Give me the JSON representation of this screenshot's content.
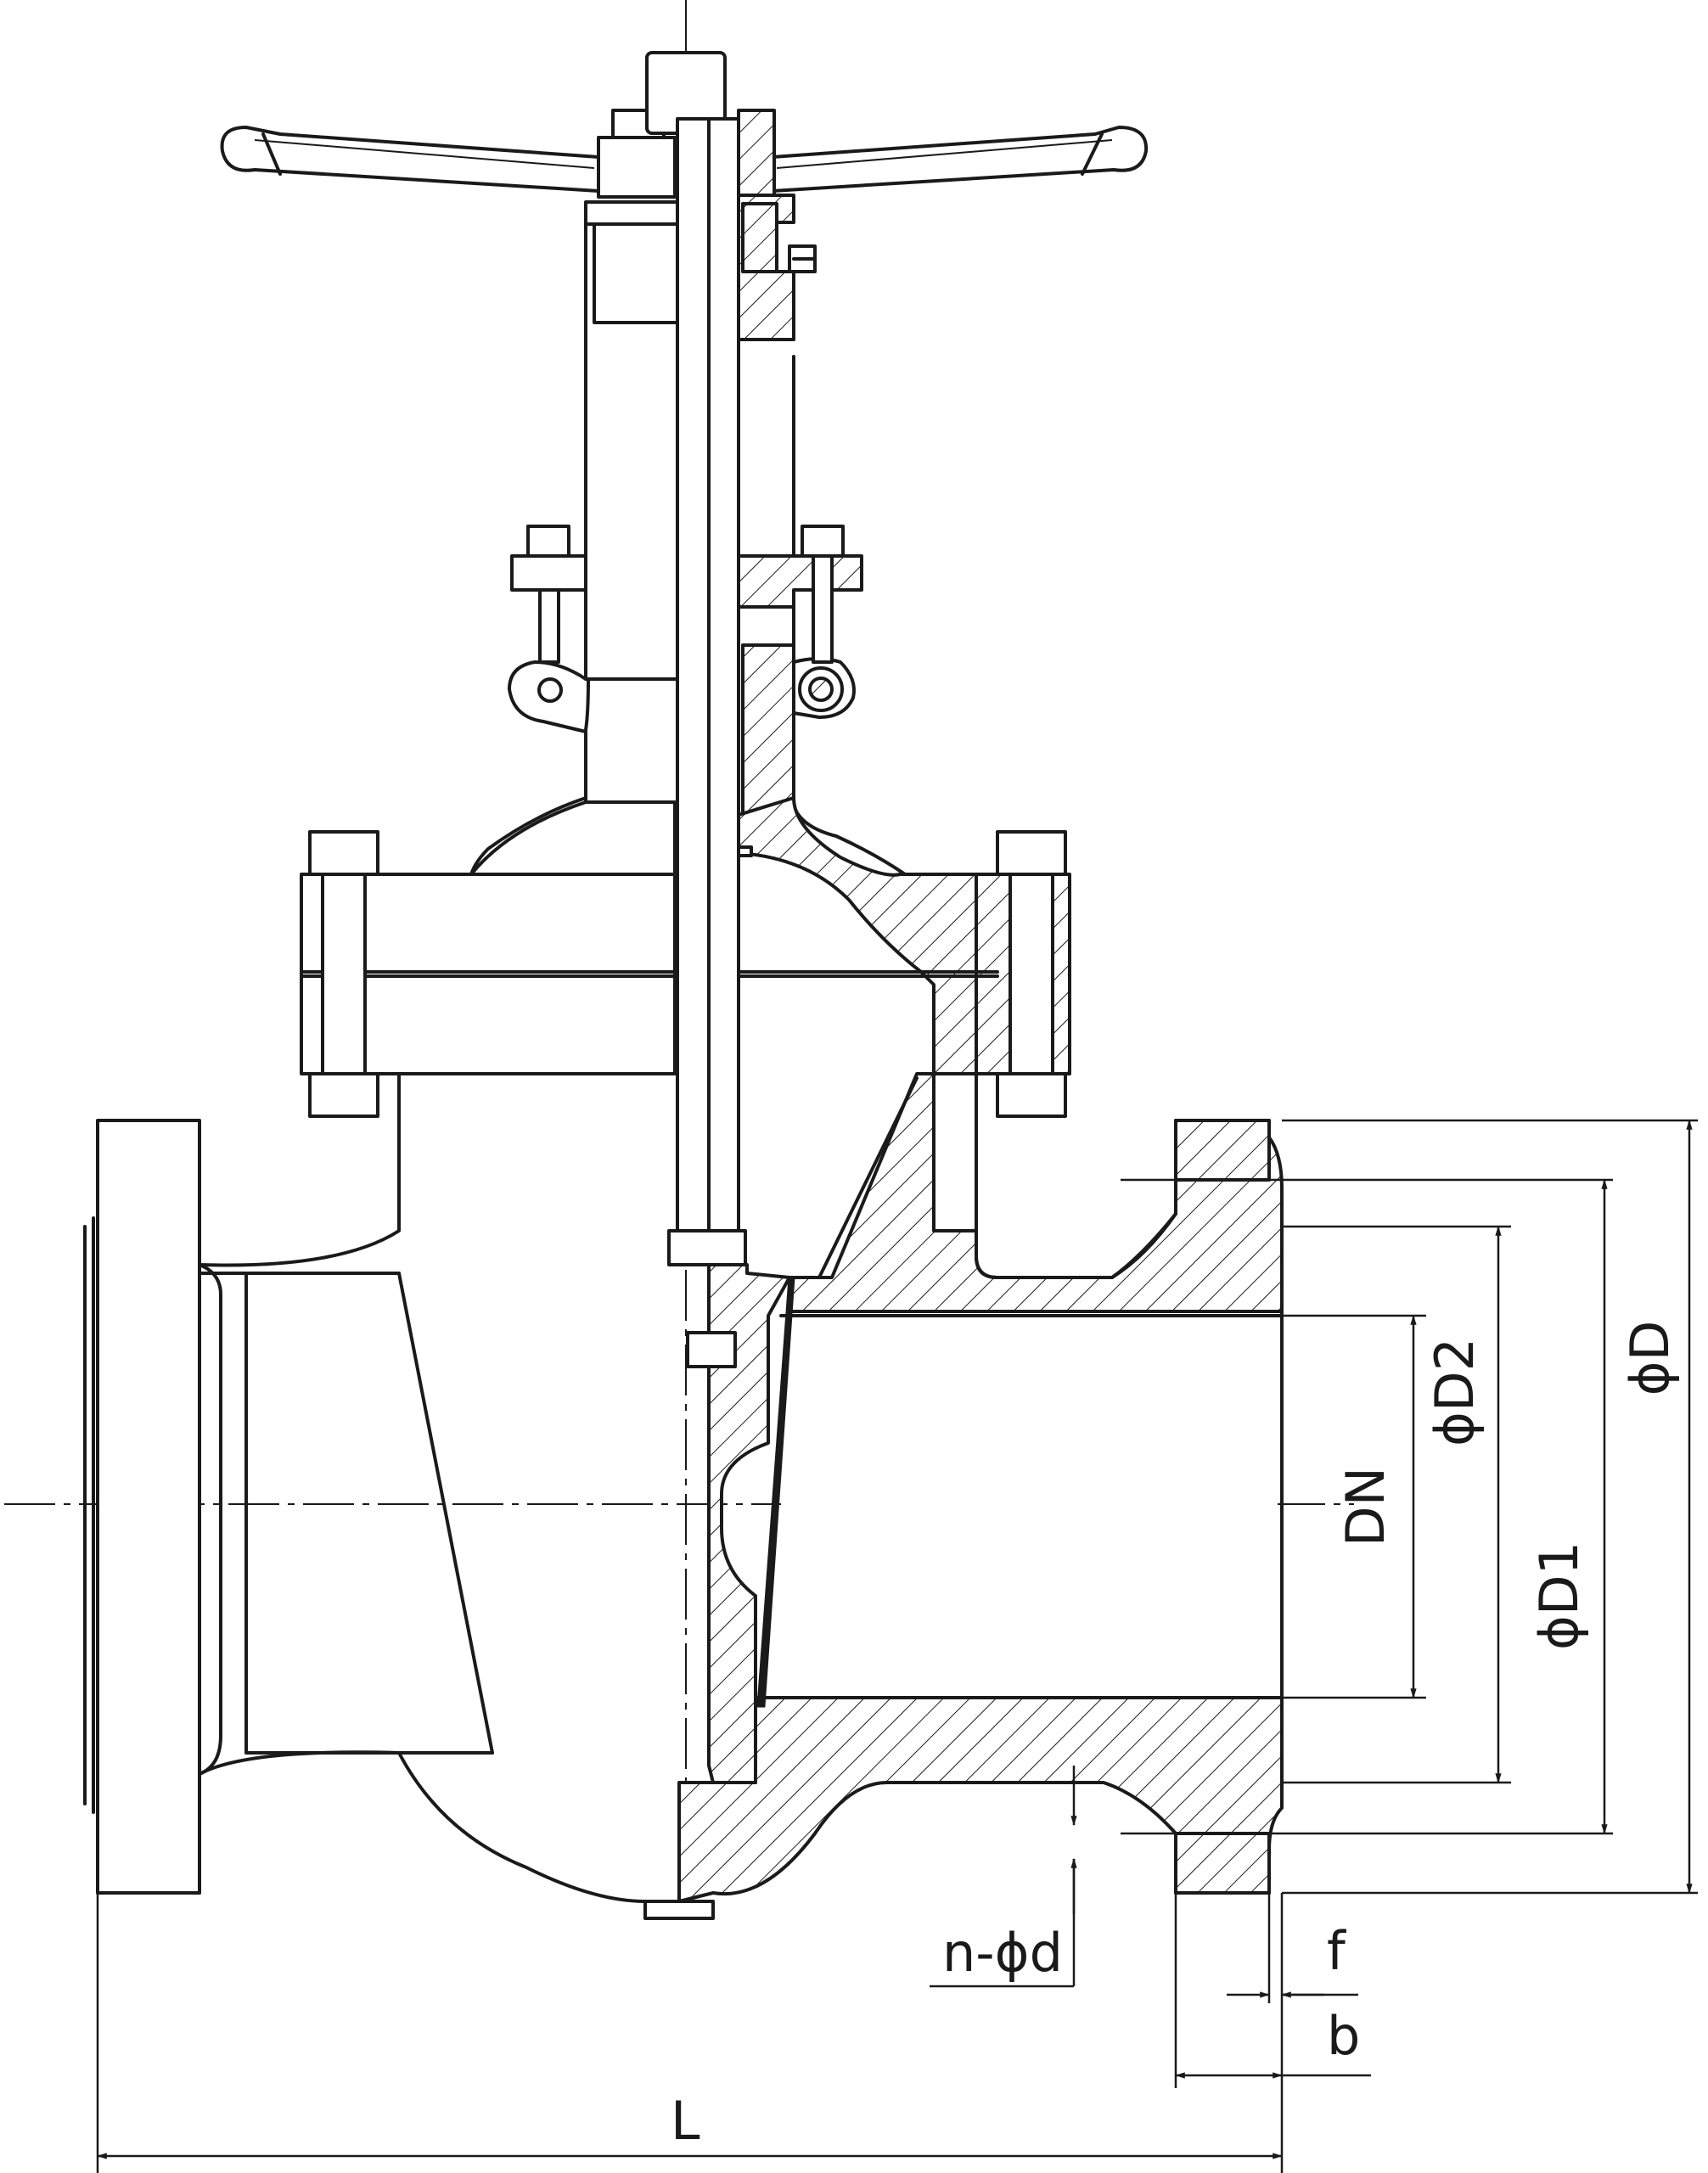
{
  "labels": {
    "dn": "DN",
    "d2": "ϕD2",
    "d1": "ϕD1",
    "d": "ϕD",
    "bolt_holes": "n-ϕd",
    "f": "f",
    "b": "b",
    "l": "L"
  }
}
